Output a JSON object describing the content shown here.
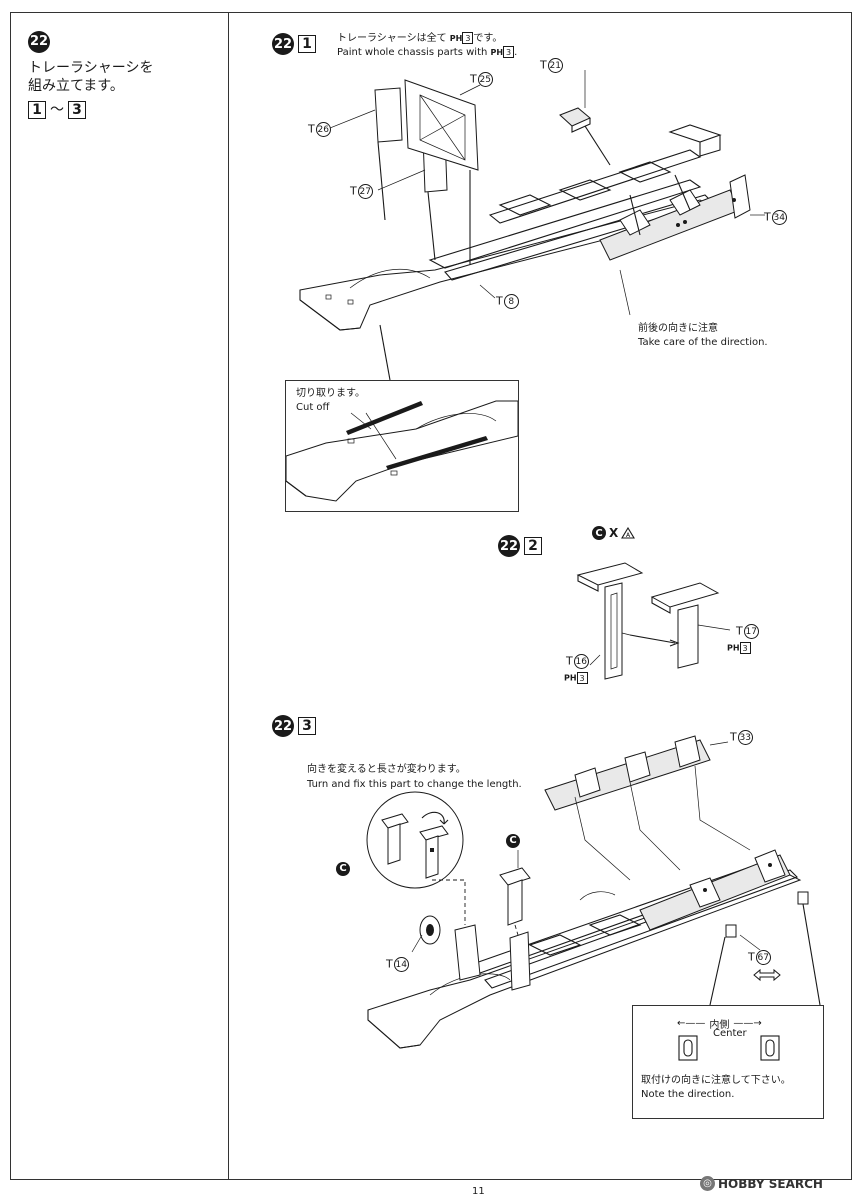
{
  "step": {
    "number": "22",
    "title_jp": "トレーラシャーシを組み立てます。",
    "title_line1": "トレーラシャーシを",
    "title_line2": "組み立てます。",
    "range_start": "1",
    "range_sep": "〜",
    "range_end": "3"
  },
  "sub1": {
    "step": "22",
    "box": "1",
    "note_jp_pre": "トレーラシャーシは全て",
    "note_jp_post": "です。",
    "note_en_pre": "Paint whole chassis parts with",
    "note_en_post": ".",
    "paint_code": "PH",
    "paint_num": "3",
    "parts": {
      "t21": "21",
      "t25": "25",
      "t26": "26",
      "t27": "27",
      "t34": "34",
      "t8": "8"
    },
    "part_prefix": "T",
    "direction_jp": "前後の向きに注意",
    "direction_en": "Take care of the direction.",
    "cutoff_jp": "切り取ります。",
    "cutoff_en": "Cut off"
  },
  "sub2": {
    "step": "22",
    "box": "2",
    "c_badge": "C",
    "x_mark": "X",
    "parts": {
      "t16": "16",
      "t17": "17"
    },
    "paint_code": "PH",
    "paint_num": "3"
  },
  "sub3": {
    "step": "22",
    "box": "3",
    "turn_jp": "向きを変えると長さが変わります。",
    "turn_en": "Turn and fix this part to change the length.",
    "c_badge": "C",
    "parts": {
      "t33": "33",
      "t14": "14",
      "t67": "67"
    },
    "inner_jp": "内側",
    "inner_en": "Center",
    "note_dir_jp": "取付けの向きに注意して下さい。",
    "note_dir_en": "Note the direction."
  },
  "footer": {
    "page_number": "11",
    "watermark": "HOBBY SEARCH"
  }
}
